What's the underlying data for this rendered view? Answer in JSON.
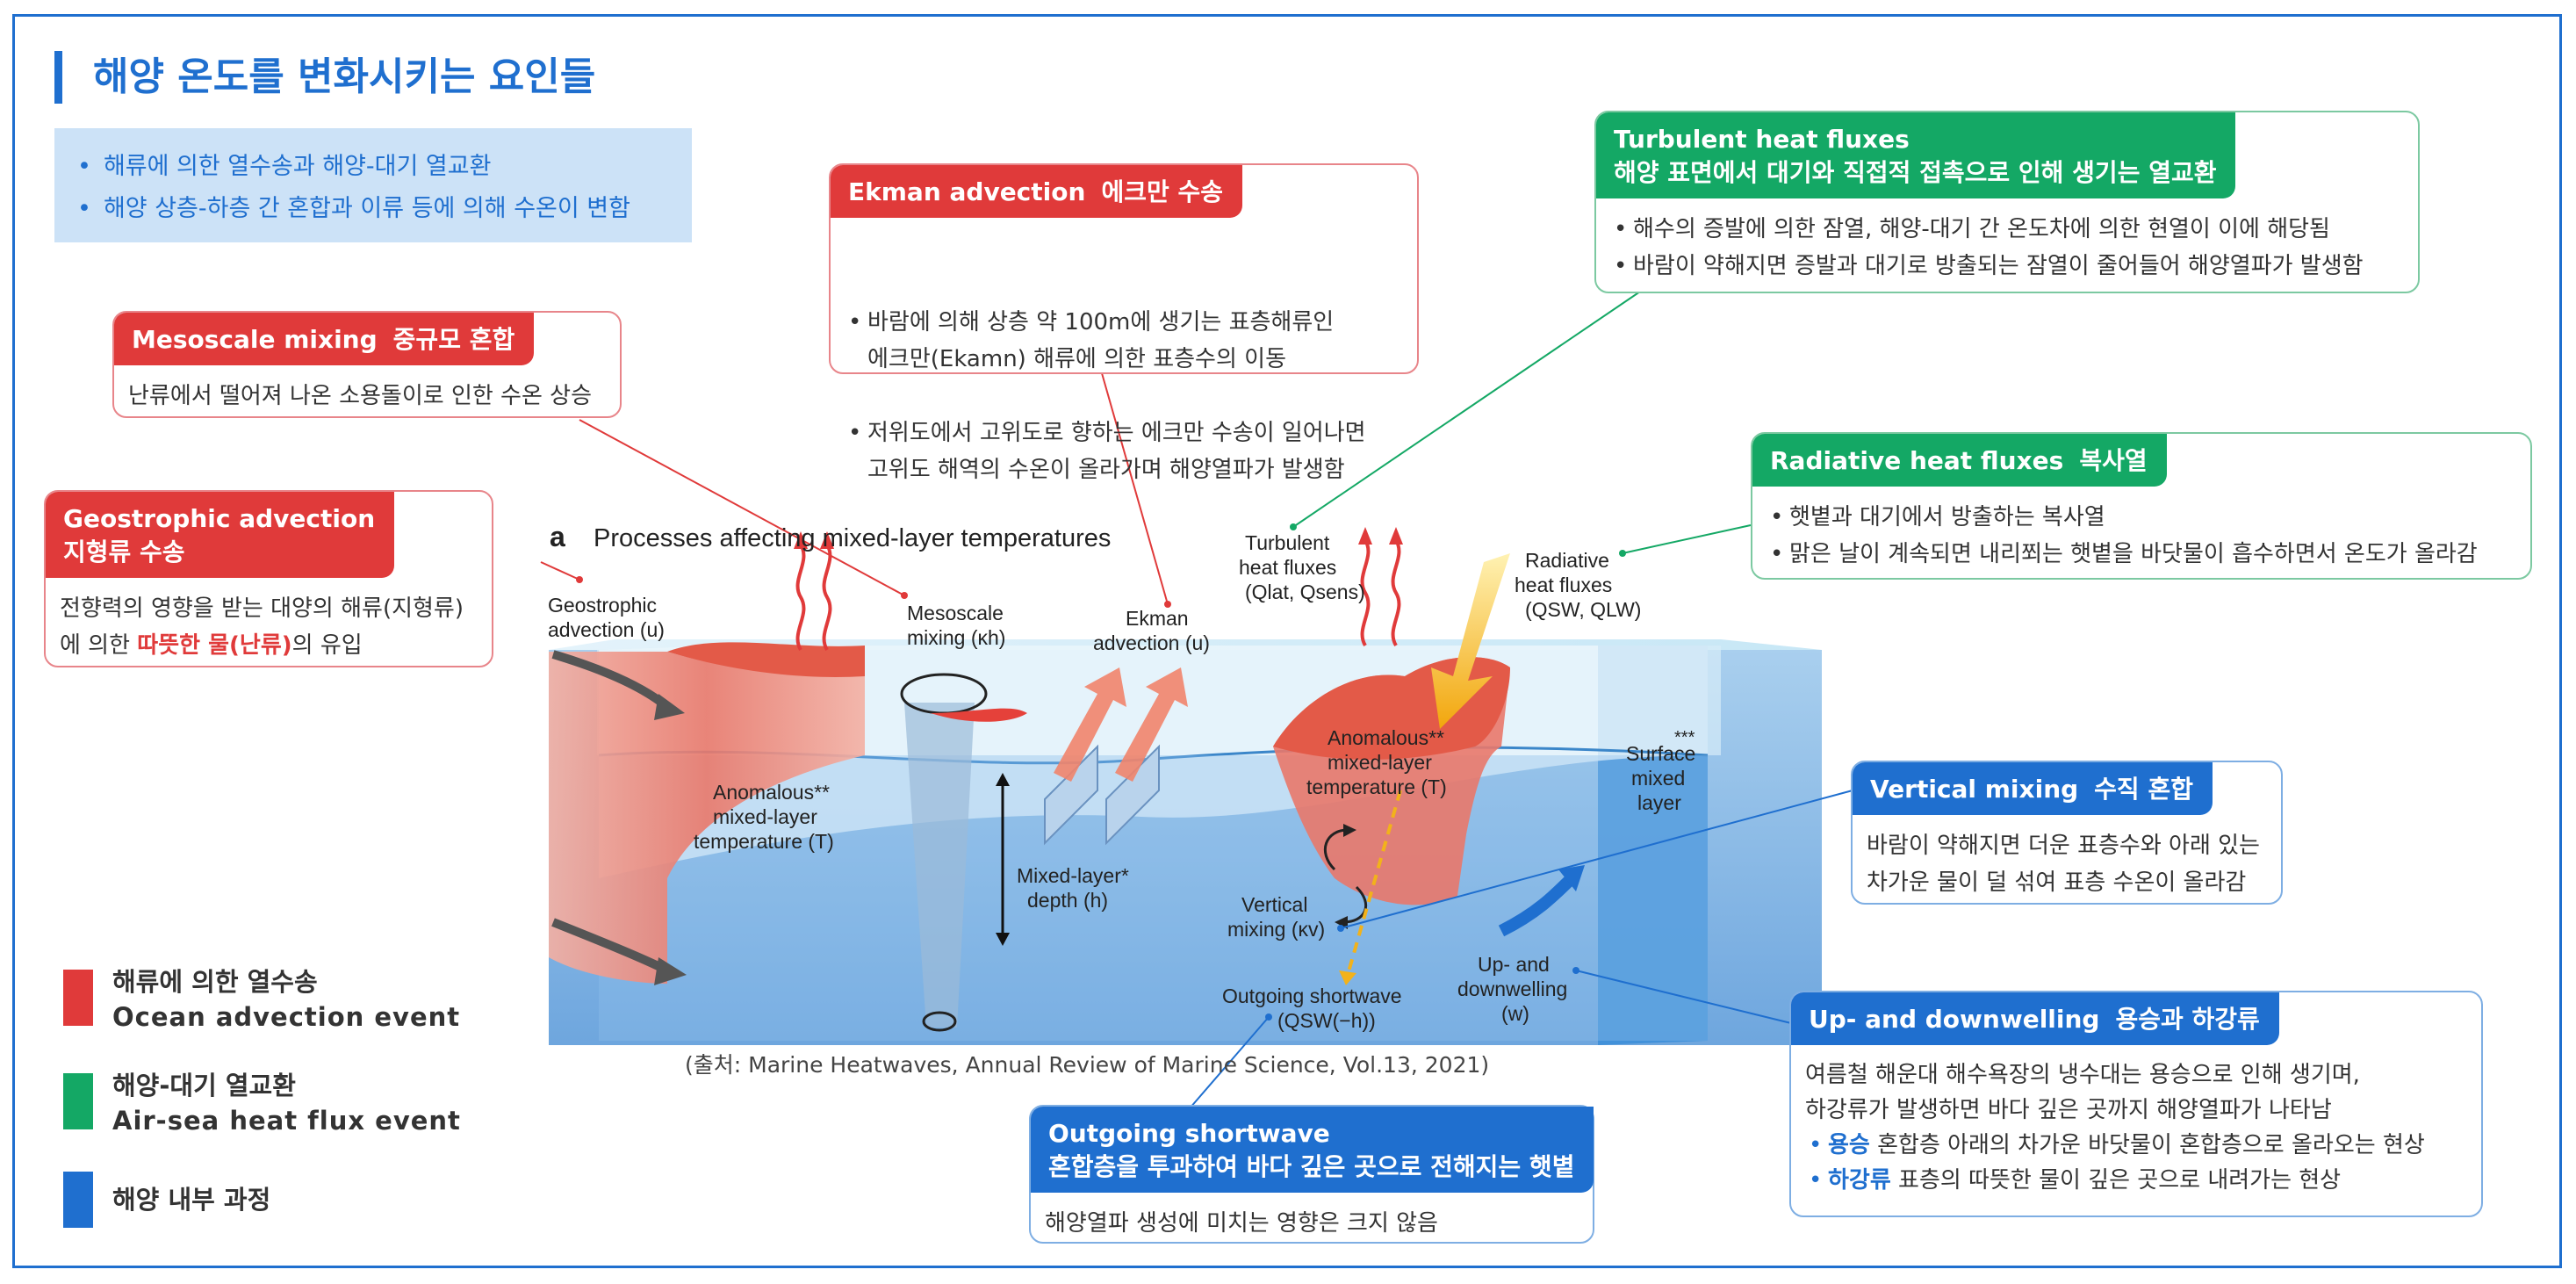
{
  "title": "해양 온도를 변화시키는 요인들",
  "intro": [
    "해류에 의한 열수송과 해양-대기 열교환",
    "해양 상층-하층 간 혼합과 이류 등에 의해 수온이 변함"
  ],
  "boxes": {
    "mesoscale": {
      "en": "Mesoscale mixing",
      "ko": "중규모 혼합",
      "text": "난류에서 떨어져 나온 소용돌이로 인한 수온 상승"
    },
    "geostrophic": {
      "en": "Geostrophic advection",
      "ko": "지형류 수송",
      "line1": "전향력의 영향을 받는 대양의 해류(지형류)",
      "line2_pre": "에 의한 ",
      "line2_hl": "따뜻한 물(난류)",
      "line2_post": "의 유입"
    },
    "ekman": {
      "en": "Ekman advection",
      "ko": "에크만 수송",
      "items": [
        "바람에 의해 상층 약 100m에 생기는 표층해류인\n에크만(Ekamn) 해류에 의한 표층수의 이동",
        "저위도에서 고위도로 향하는 에크만 수송이 일어나면\n고위도 해역의 수온이 올라가며 해양열파가 발생함"
      ]
    },
    "turbulent": {
      "en": "Turbulent heat fluxes",
      "ko": "해양 표면에서 대기와 직접적 접촉으로 인해 생기는 열교환",
      "items": [
        "해수의 증발에 의한 잠열, 해양-대기 간 온도차에 의한 현열이 이에 해당됨",
        "바람이 약해지면 증발과 대기로 방출되는 잠열이 줄어들어 해양열파가 발생함"
      ]
    },
    "radiative": {
      "en": "Radiative heat fluxes",
      "ko": "복사열",
      "items": [
        "햇볕과 대기에서 방출하는 복사열",
        "맑은 날이 계속되면 내리쬐는 햇볕을 바닷물이 흡수하면서 온도가 올라감"
      ]
    },
    "vertical": {
      "en": "Vertical mixing",
      "ko": "수직 혼합",
      "line1": "바람이 약해지면 더운 표층수와 아래 있는",
      "line2": "차가운 물이 덜 섞여 표층 수온이 올라감"
    },
    "updown": {
      "en": "Up- and downwelling",
      "ko": "용승과 하강류",
      "line1": "여름철 해운대 해수욕장의 냉수대는 용승으로 인해 생기며,",
      "line2": "하강류가 발생하면 바다 깊은 곳까지 해양열파가 나타남",
      "up_term": "용승",
      "up_text": "혼합층 아래의 차가운 바닷물이 혼합층으로 올라오는 현상",
      "down_term": "하강류",
      "down_text": "표층의 따뜻한 물이 깊은 곳으로 내려가는 현상"
    },
    "outgoing": {
      "en": "Outgoing shortwave",
      "ko": "혼합층을 투과하여 바다 깊은 곳으로 전해지는 햇볕",
      "text": "해양열파 생성에 미치는 영향은 크지 않음"
    }
  },
  "legend": [
    {
      "ko": "해류에 의한 열수송",
      "en": "Ocean advection event",
      "color": "#e03a3a"
    },
    {
      "ko": "해양-대기 열교환",
      "en": "Air-sea heat flux event",
      "color": "#14a865"
    },
    {
      "ko": "해양 내부 과정",
      "en": "",
      "color": "#1f6fcf"
    }
  ],
  "figure": {
    "panel": "a",
    "title": "Processes affecting mixed-layer temperatures",
    "labels": {
      "geo1": "Geostrophic",
      "geo2": "advection (u)",
      "meso1": "Mesoscale",
      "meso2": "mixing (κh)",
      "ekman1": "Ekman",
      "ekman2": "advection (u)",
      "turb1": "Turbulent",
      "turb2": "heat fluxes",
      "turb3": "(Qlat, Qsens)",
      "rad1": "Radiative",
      "rad2": "heat fluxes",
      "rad3": "(QSW, QLW)",
      "anomL1": "Anomalous**",
      "anomL2": "mixed-layer",
      "anomL3": "temperature (T)",
      "anomR1": "Anomalous**",
      "anomR2": "mixed-layer",
      "anomR3": "temperature (T)",
      "surf0": "***",
      "surf1": "Surface",
      "surf2": "mixed",
      "surf3": "layer",
      "mld1": "Mixed-layer*",
      "mld2": "depth (h)",
      "vert1": "Vertical",
      "vert2": "mixing (κv)",
      "updown1": "Up- and",
      "updown2": "downwelling",
      "updown3": "(w)",
      "outgoing1": "Outgoing shortwave",
      "outgoing2": "(QSW(−h))"
    },
    "source": "(출처: Marine Heatwaves, Annual Review of Marine Science, Vol.13, 2021)"
  }
}
